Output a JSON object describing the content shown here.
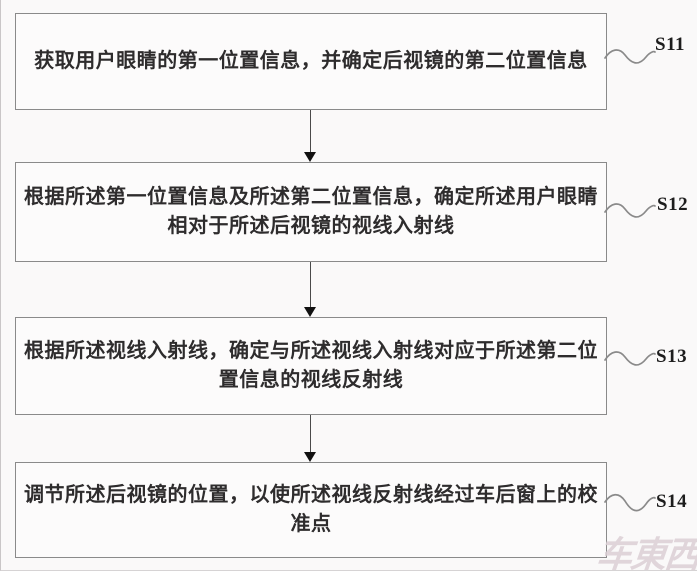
{
  "flowchart": {
    "steps": [
      {
        "id": "S11",
        "text": "获取用户眼睛的第一位置信息，并确定后视镜的第二位置信息"
      },
      {
        "id": "S12",
        "text": "根据所述第一位置信息及所述第二位置信息，确定所述用户眼睛\n相对于所述后视镜的视线入射线"
      },
      {
        "id": "S13",
        "text": "根据所述视线入射线，确定与所述视线入射线对应于所述第二位\n置信息的视线反射线"
      },
      {
        "id": "S14",
        "text": "调节所述后视镜的位置，以使所述视线反射线经过车后窗上的校\n准点"
      }
    ],
    "watermark": "车東西",
    "colors": {
      "box_border": "#8a8a8a",
      "text": "#2e2c2d",
      "arrow": "#3a3a3a",
      "connector": "#8a8a8a",
      "background": "#faf9f9",
      "watermark": "#dbcfd5"
    }
  }
}
